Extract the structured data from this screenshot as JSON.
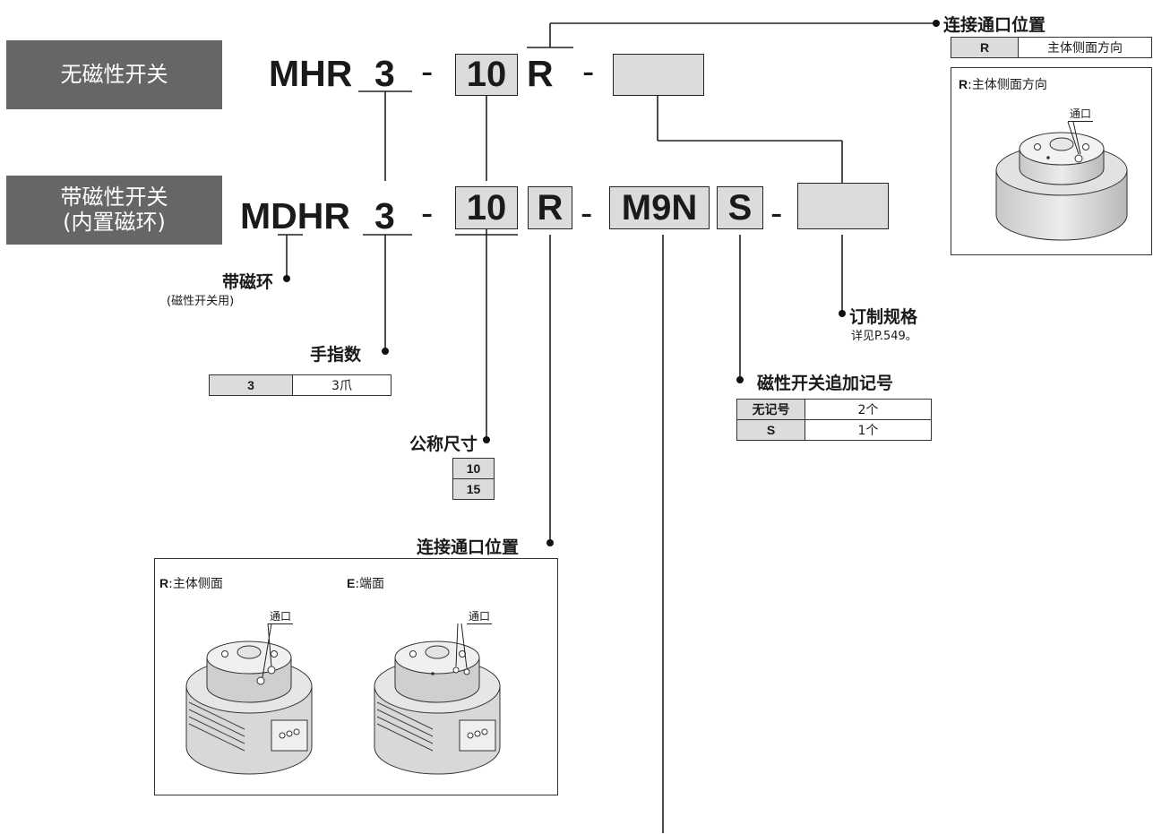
{
  "rows": {
    "no_switch": {
      "label": "无磁性开关",
      "prefix": "MHR",
      "fingers": "3",
      "dash": "-",
      "size": "10",
      "port": "R",
      "dash2": "-"
    },
    "with_switch": {
      "label_line1": "带磁性开关",
      "label_line2": "(内置磁环)",
      "prefix": "MDHR",
      "fingers": "3",
      "dash": "-",
      "size": "10",
      "port": "R",
      "dash2": "-",
      "switch": "M9N",
      "qty": "S",
      "dash3": "-"
    }
  },
  "callouts": {
    "magnet": {
      "title": "带磁环",
      "subtitle": "(磁性开关用)"
    },
    "fingers": {
      "title": "手指数",
      "rows": [
        [
          "3",
          "3爪"
        ]
      ]
    },
    "size": {
      "title": "公称尺寸",
      "rows": [
        "10",
        "15"
      ]
    },
    "port_position": {
      "title": "连接通口位置"
    },
    "port_position_top": {
      "title": "连接通口位置",
      "rows": [
        [
          "R",
          "主体侧面方向"
        ]
      ]
    },
    "custom": {
      "title": "订制规格",
      "subtitle": "详见P.549。"
    },
    "switch_qty": {
      "title": "磁性开关追加记号",
      "rows": [
        [
          "无记号",
          "2个"
        ],
        [
          "S",
          "1个"
        ]
      ]
    }
  },
  "figures": {
    "top_right": {
      "code": "R",
      "text": ":主体侧面方向",
      "port_label": "通口"
    },
    "side": {
      "code": "R",
      "text": ":主体侧面",
      "port_label": "通口"
    },
    "end": {
      "code": "E",
      "text": ":端面",
      "port_label": "通口"
    }
  },
  "colors": {
    "label_bg": "#666666",
    "code_box_bg": "#dcdcdc",
    "line": "#222222"
  }
}
